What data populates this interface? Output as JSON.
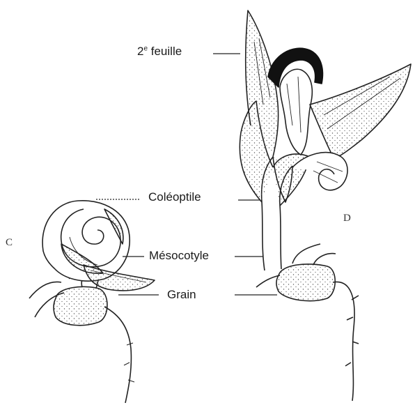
{
  "labels": {
    "second_leaf": {
      "prefix": "2",
      "sup": "e",
      "suffix": " feuille"
    },
    "coleoptile": "Coléoptile",
    "mesocotyle": "Mésocotyle",
    "grain": "Grain"
  },
  "panels": {
    "left": "C",
    "right": "D"
  },
  "colors": {
    "ink": "#222222",
    "stipple": "#555555",
    "dark_leaf": "#111111"
  }
}
